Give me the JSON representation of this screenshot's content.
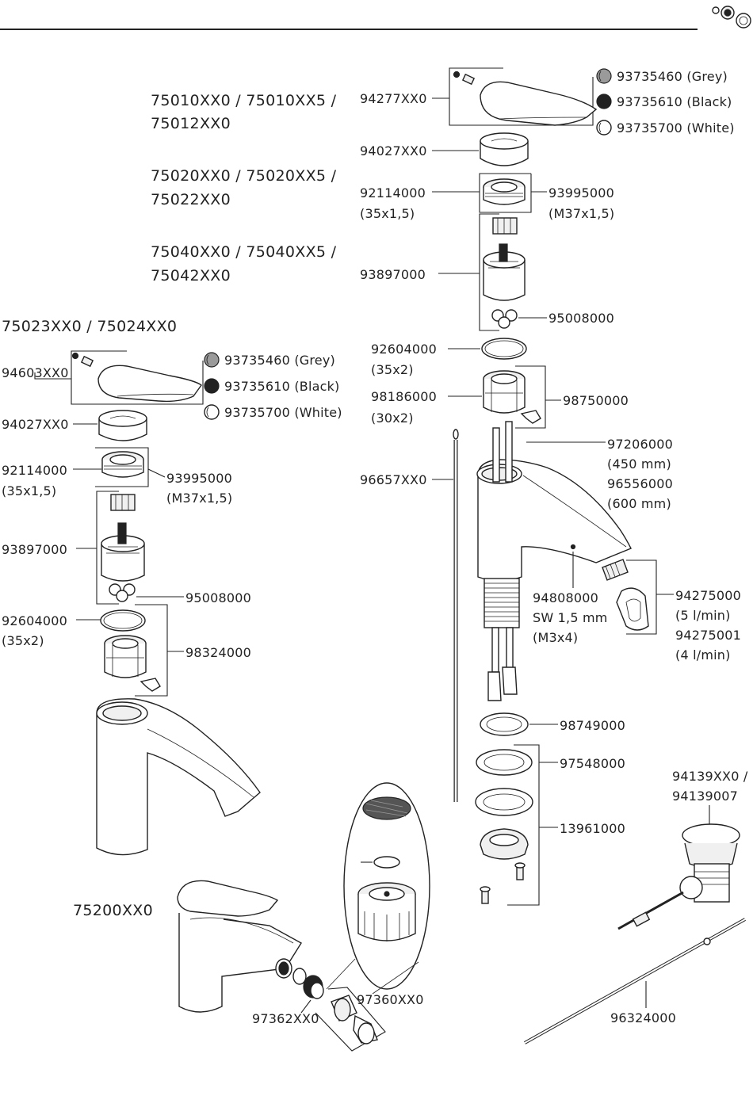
{
  "headers": {
    "m1_line1": "75010XX0 / 75010XX5 /",
    "m1_line2": "75012XX0",
    "m2_line1": "75020XX0 / 75020XX5 /",
    "m2_line2": "75022XX0",
    "m3_line1": "75040XX0 / 75040XX5 /",
    "m3_line2": "75042XX0",
    "m4": "75023XX0 / 75024XX0",
    "m5": "75200XX0"
  },
  "right_labels": {
    "handle_set": "94277XX0",
    "grey": "93735460 (Grey)",
    "black": "93735610 (Black)",
    "white": "93735700 (White)",
    "cap": "94027XX0",
    "nut_left_1": "92114000",
    "nut_left_2": "(35x1,5)",
    "nut_right_1": "93995000",
    "nut_right_2": "(M37x1,5)",
    "cartridge": "93897000",
    "seal": "95008000",
    "oring_1": "92604000",
    "oring_2": "(35x2)",
    "insert_1": "98186000",
    "insert_2": "(30x2)",
    "insert_set": "98750000",
    "hose_1": "97206000",
    "hose_2": "(450 mm)",
    "hose_3": "96556000",
    "hose_4": "(600 mm)",
    "rod": "96657XX0",
    "screw_1": "94808000",
    "screw_2": "SW 1,5 mm",
    "screw_3": "(M3x4)",
    "aerator_1": "94275000",
    "aerator_2": "(5 l/min)",
    "aerator_3": "94275001",
    "aerator_4": "(4 l/min)",
    "washer": "98749000",
    "gasket": "97548000",
    "fixing_set": "13961000",
    "waste_1": "94139XX0 /",
    "waste_2": "94139007",
    "linkage": "96324000"
  },
  "left_labels": {
    "handle_set": "94603XX0",
    "grey": "93735460 (Grey)",
    "black": "93735610 (Black)",
    "white": "93735700 (White)",
    "cap": "94027XX0",
    "nut_left_1": "92114000",
    "nut_left_2": "(35x1,5)",
    "nut_right_1": "93995000",
    "nut_right_2": "(M37x1,5)",
    "cartridge": "93897000",
    "seal": "95008000",
    "oring_1": "92604000",
    "oring_2": "(35x2)",
    "insert_set": "98324000"
  },
  "bidet_labels": {
    "swivel": "97362XX0",
    "spray": "97360XX0"
  },
  "colors": {
    "grey_swatch": "#9a9a9a",
    "black_swatch": "#222222",
    "line": "#222222"
  }
}
